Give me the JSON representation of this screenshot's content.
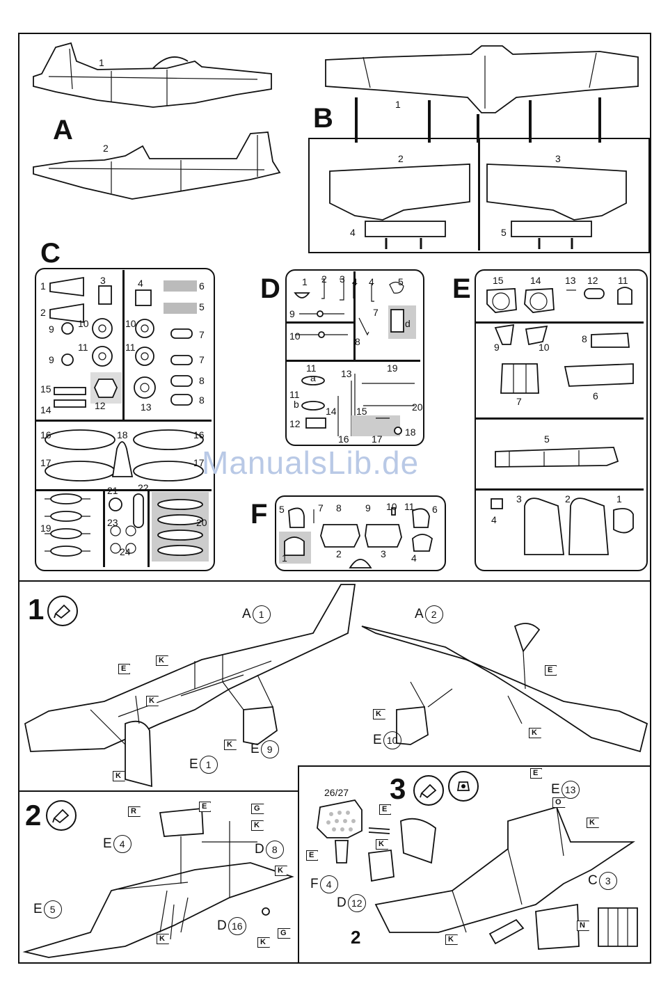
{
  "sections": {
    "A": {
      "label": "A",
      "parts": [
        "1",
        "2"
      ]
    },
    "B": {
      "label": "B",
      "parts": [
        "1",
        "2",
        "3",
        "4",
        "5"
      ]
    },
    "C": {
      "label": "C",
      "parts": [
        "1",
        "2",
        "3",
        "4",
        "5",
        "6",
        "7",
        "7",
        "8",
        "8",
        "9",
        "9",
        "10",
        "10",
        "11",
        "11",
        "12",
        "13",
        "14",
        "15",
        "16",
        "16",
        "17",
        "17",
        "18",
        "19",
        "20",
        "21",
        "22",
        "23",
        "24"
      ]
    },
    "D": {
      "label": "D",
      "parts": [
        "1",
        "2",
        "3",
        "4",
        "4",
        "5",
        "7",
        "d",
        "8",
        "9",
        "10",
        "11",
        "a",
        "11",
        "b",
        "12",
        "13",
        "14",
        "15",
        "16",
        "17",
        "18",
        "19",
        "20"
      ]
    },
    "E": {
      "label": "E",
      "parts": [
        "15",
        "14",
        "13",
        "12",
        "11",
        "9",
        "10",
        "8",
        "7",
        "6",
        "5",
        "4",
        "3",
        "2",
        "1"
      ]
    },
    "F": {
      "label": "F",
      "parts": [
        "5",
        "7",
        "8",
        "9",
        "10",
        "11",
        "6",
        "1",
        "2",
        "3",
        "4"
      ]
    }
  },
  "watermark": "ManualsLib.de",
  "steps": {
    "s1": {
      "number": "1",
      "callouts": {
        "a1": "A",
        "a1n": "1",
        "a2": "A",
        "a2n": "2",
        "e1": "E",
        "e1n": "1",
        "e9": "E",
        "e9n": "9",
        "e10": "E",
        "e10n": "10"
      },
      "flags": [
        "E",
        "K",
        "K",
        "K",
        "E",
        "K",
        "K",
        "K"
      ]
    },
    "s2": {
      "number": "2",
      "callouts": {
        "e4": "E",
        "e4n": "4",
        "e5": "E",
        "e5n": "5",
        "d8": "D",
        "d8n": "8",
        "d16": "D",
        "d16n": "16"
      },
      "flags": [
        "R",
        "E",
        "G",
        "K",
        "K",
        "K",
        "G",
        "K"
      ]
    },
    "s3": {
      "number": "3",
      "panel_label": "26/27",
      "callouts": {
        "e13": "E",
        "e13n": "13",
        "c3": "C",
        "c3n": "3",
        "f4": "F",
        "f4n": "4",
        "d12": "D",
        "d12n": "12",
        "two": "2"
      },
      "flags": [
        "E",
        "O",
        "K",
        "E",
        "K",
        "E",
        "K",
        "N"
      ]
    }
  }
}
